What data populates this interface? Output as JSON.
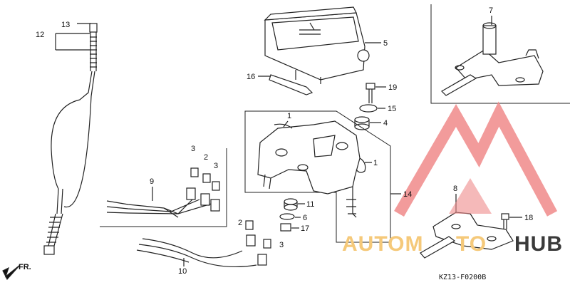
{
  "diagram": {
    "part_labels": {
      "p1a": "1",
      "p1b": "1",
      "p2a": "2",
      "p2b": "2",
      "p3a": "3",
      "p3b": "3",
      "p3c": "3",
      "p4": "4",
      "p5": "5",
      "p6": "6",
      "p7": "7",
      "p8": "8",
      "p9": "9",
      "p10": "10",
      "p11": "11",
      "p12": "12",
      "p13": "13",
      "p14": "14",
      "p15": "15",
      "p16": "16",
      "p17": "17",
      "p18": "18",
      "p19": "19"
    },
    "direction_label": "FR.",
    "diagram_code": "KZ13-F0200B"
  },
  "watermark": {
    "text_part1": "AUTOM",
    "text_part2": "TO",
    "text_part3": "HUB",
    "color_primary": "#f08a8a",
    "color_secondary": "#f5c97a",
    "color_dark": "#3a3a3a"
  }
}
